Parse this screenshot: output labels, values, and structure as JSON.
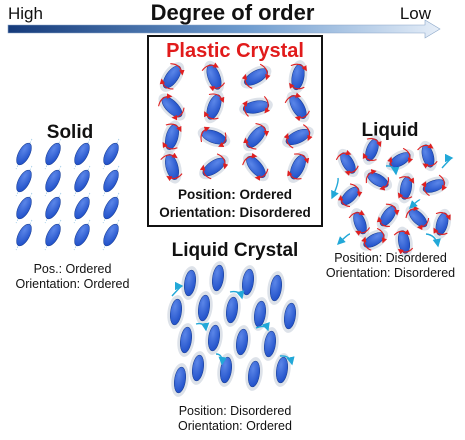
{
  "order_axis": {
    "title": "Degree of order",
    "left_label": "High",
    "right_label": "Low"
  },
  "phases": {
    "solid": {
      "title": "Solid",
      "position": "Pos.: Ordered",
      "orientation": "Orientation: Ordered"
    },
    "plastic_crystal": {
      "title": "Plastic Crystal",
      "position": "Position: Ordered",
      "orientation": "Orientation: Disordered"
    },
    "liquid": {
      "title": "Liquid",
      "position": "Position: Disordered",
      "orientation": "Orientation: Disordered"
    },
    "liquid_crystal": {
      "title": "Liquid Crystal",
      "position": "Position: Disordered",
      "orientation": "Orientation: Ordered"
    }
  },
  "colors": {
    "molecule": "#1f4fc8",
    "molecule_highlight": "#5b86e8",
    "arrow_axis": "#9cc8e6",
    "rotation": "#e02020",
    "translation": "#22a8d8",
    "ghost": "#cfd6e0",
    "highlight_title": "#e11b1b"
  }
}
